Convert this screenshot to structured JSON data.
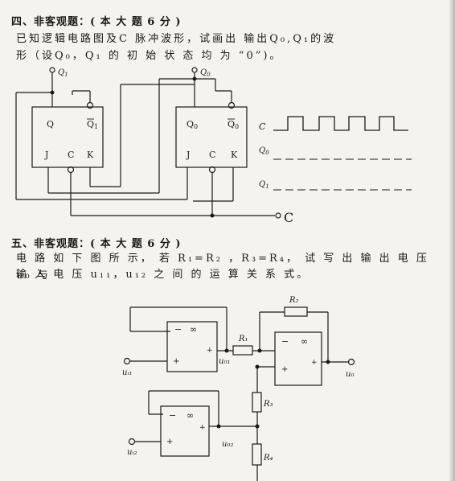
{
  "section4": {
    "title": "四、非客观题：( 本 大 题 6 分 )",
    "line1": "已知逻辑电路图及C 脉冲波形，试画出 输出Q₀,Q₁的波",
    "line2": "形（设Q₀，Q₁ 的 初 始 状 态  均 为 “0”)。"
  },
  "ff1": {
    "q": "Q",
    "qbar": "Q",
    "qbar_sub": "1",
    "j": "J",
    "c": "C",
    "k": "K",
    "out_label": "Q",
    "out_sub": "1"
  },
  "ff0": {
    "q": "Q",
    "q_sub": "0",
    "qbar": "Q",
    "qbar_sub": "0",
    "j": "J",
    "c": "C",
    "k": "K",
    "out_label": "Q",
    "out_sub": "0"
  },
  "waveform": {
    "c_label": "C",
    "q0_label": "Q",
    "q0_sub": "0",
    "q1_label": "Q",
    "q1_sub": "1",
    "clock_input": "C"
  },
  "section5": {
    "title": "五、非客观题：( 本 大 题 6 分 )",
    "line1": "电 路 如 下 图 所 示， 若 R₁=R₂ ，R₃=R₄， 试 写 出 输 出 电 压  u₀ 与",
    "line2": "输 入 电 压 u₁₁，u₁₂ 之 间 的 运 算 关 系 式。"
  },
  "opamp": {
    "inf": "∞",
    "minus": "−",
    "plus": "+",
    "r1": "R₁",
    "r2": "R₂",
    "r3": "R₃",
    "r4": "R₄",
    "ui1": "uᵢ₁",
    "ui2": "uᵢ₂",
    "uo1": "u₀₁",
    "uo2": "u₀₂",
    "uo": "u₀"
  }
}
